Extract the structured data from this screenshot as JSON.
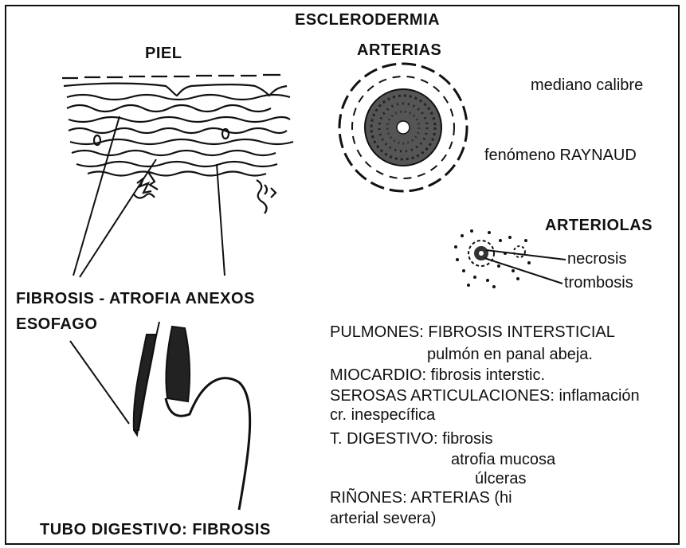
{
  "title": "ESCLERODERMIA",
  "sections": {
    "skin": {
      "label": "PIEL",
      "caption": "FIBROSIS - ATROFIA ANEXOS"
    },
    "arteries": {
      "label": "ARTERIAS",
      "size_note": "mediano calibre",
      "phenomenon": "fenómeno RAYNAUD"
    },
    "arterioles": {
      "label": "ARTERIOLAS",
      "callouts": [
        "necrosis",
        "trombosis"
      ]
    },
    "esophagus": {
      "label": "ESOFAGO",
      "caption": "TUBO DIGESTIVO: FIBROSIS"
    }
  },
  "findings": [
    "PULMONES: FIBROSIS INTERSTICIAL",
    "pulmón en panal abeja.",
    "MIOCARDIO: fibrosis interstic.",
    "SEROSAS ARTICULACIONES: inflamación",
    "cr. inespecífica",
    "T. DIGESTIVO: fibrosis",
    "atrofia mucosa",
    "úlceras",
    "RIÑONES: ARTERIAS (hi",
    "arterial severa)"
  ],
  "colors": {
    "ink": "#111111",
    "paper": "#ffffff",
    "stipple": "#555555"
  }
}
